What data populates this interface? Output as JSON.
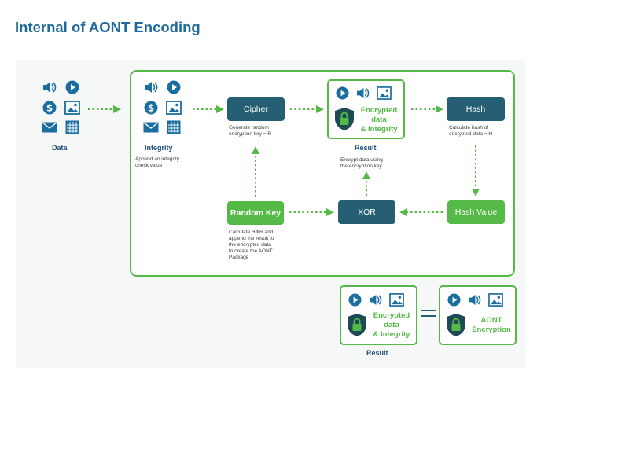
{
  "title": "Internal of AONT Encoding",
  "labels": {
    "data": "Data",
    "integrity": "Integrity",
    "result_top": "Result",
    "result_bottom": "Result"
  },
  "nodes": {
    "cipher": "Cipher",
    "hash": "Hash",
    "random_key": "Random Key",
    "xor": "XOR",
    "hash_value": "Hash Value"
  },
  "notes": {
    "integrity": "Append an integrity\ncheck value",
    "cipher": "Generate random\nencryption key = R",
    "hash": "Calculate hash of\nencrypted data = H",
    "result": "Encrypt data using\nthe encryption key",
    "random_key": "Calculate H⊕R and\nappend the result to\nthe encrypted data\nto create the AONT\nPackage"
  },
  "boxes": {
    "encrypted_top": "Encrypted\ndata\n& Integrity",
    "encrypted_bottom": "Encrypted\ndata\n& Integrity",
    "aont": "AONT\nEncryption"
  },
  "colors": {
    "title": "#1f6a9a",
    "green": "#55b947",
    "teal": "#265e73",
    "icon_blue": "#1b6fa0",
    "shield": "#1d4a55"
  },
  "icons": [
    "speaker-icon",
    "play-icon",
    "dollar-icon",
    "image-icon",
    "mail-icon",
    "spreadsheet-icon",
    "lock-shield-icon"
  ]
}
